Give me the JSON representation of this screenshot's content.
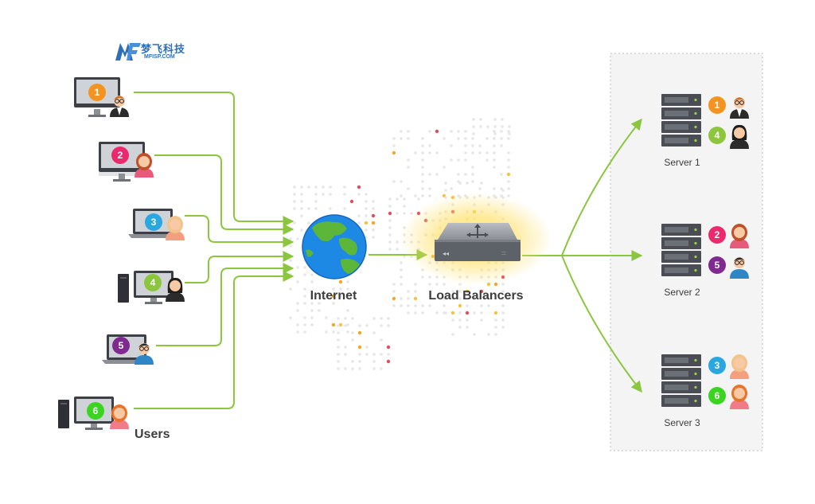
{
  "logo": {
    "brand_cn": "梦飞科技",
    "brand_en": "MFISP.COM"
  },
  "labels": {
    "users": "Users",
    "internet": "Internet",
    "load_balancers": "Load Balancers"
  },
  "users": [
    {
      "id": "1",
      "color": "#f39320",
      "device": "monitor",
      "person": "man-suit"
    },
    {
      "id": "2",
      "color": "#ea2a6d",
      "device": "imac",
      "person": "woman-curly"
    },
    {
      "id": "3",
      "color": "#2aa7df",
      "device": "laptop",
      "person": "woman-blonde"
    },
    {
      "id": "4",
      "color": "#8cc63f",
      "device": "desktop-tower",
      "person": "woman-dark"
    },
    {
      "id": "5",
      "color": "#7e2a8e",
      "device": "laptop",
      "person": "man-glasses"
    },
    {
      "id": "6",
      "color": "#3bd420",
      "device": "desktop-tower",
      "person": "woman-red"
    }
  ],
  "servers": [
    {
      "name": "Server 1",
      "assigned": [
        "1",
        "4"
      ]
    },
    {
      "name": "Server 2",
      "assigned": [
        "2",
        "5"
      ]
    },
    {
      "name": "Server 3",
      "assigned": [
        "3",
        "6"
      ]
    }
  ],
  "colors": {
    "arrow": "#8cc63f",
    "server_panel": "#f4f4f4",
    "panel_border": "#bdbdbd",
    "globe_ocean": "#1e88e5",
    "globe_land": "#5cb63a",
    "glow": "#ffe066"
  }
}
